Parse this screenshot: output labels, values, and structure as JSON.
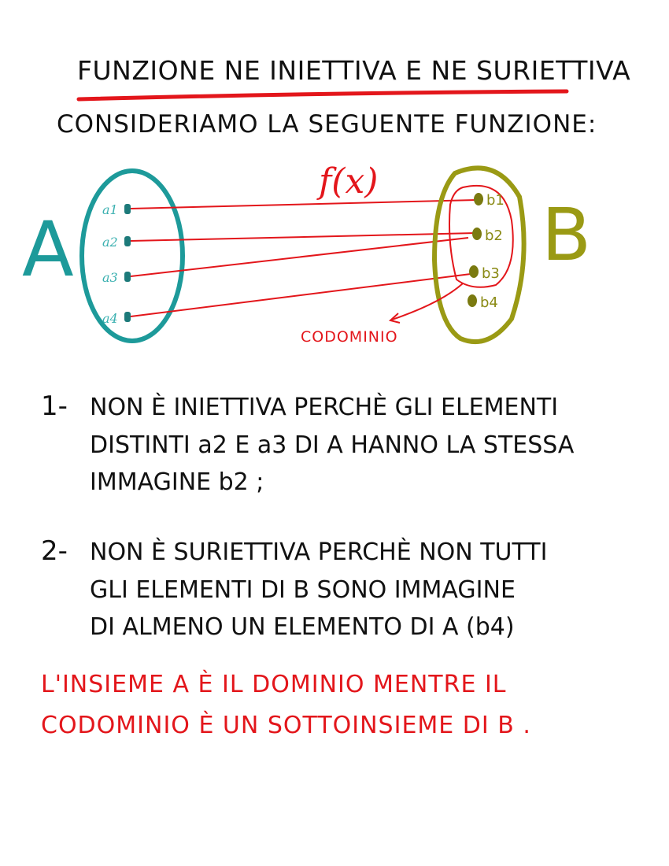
{
  "title": "FUNZIONE NE INIETTIVA E NE SURIETTIVA",
  "intro": "CONSIDERIAMO LA SEGUENTE FUNZIONE:",
  "diagram": {
    "function_label": "f(x)",
    "set_a_label": "A",
    "set_b_label": "B",
    "codomain_label": "CODOMINIO",
    "a_elements": [
      "a1",
      "a2",
      "a3",
      "a4"
    ],
    "b_elements": [
      "b1",
      "b2",
      "b3",
      "b4"
    ],
    "colors": {
      "set_a": "#1d9a9a",
      "set_b": "#9a9a14",
      "arrows": "#e3161b",
      "ink": "#111111"
    }
  },
  "points": [
    {
      "number": "1-",
      "lines": [
        "NON È INIETTIVA PERCHÈ GLI ELEMENTI",
        "DISTINTI a2 E a3 DI A HANNO LA STESSA",
        "IMMAGINE b2 ;"
      ]
    },
    {
      "number": "2-",
      "lines": [
        "NON È SURIETTIVA PERCHÈ NON TUTTI",
        "GLI ELEMENTI DI B SONO IMMAGINE",
        "DI ALMENO UN ELEMENTO DI A (b4)"
      ]
    }
  ],
  "conclusion": [
    "L'INSIEME A È IL DOMINIO MENTRE IL",
    "CODOMINIO È UN SOTTOINSIEME DI B ."
  ]
}
